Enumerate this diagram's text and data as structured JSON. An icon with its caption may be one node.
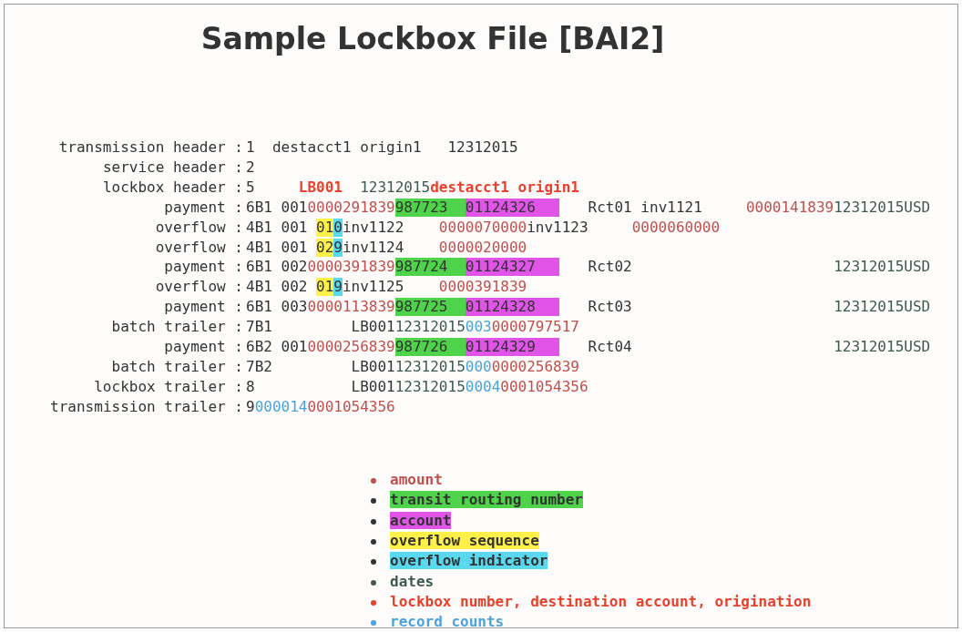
{
  "diagram": {
    "title": "Sample Lockbox File [BAI2]",
    "labels": [
      "transmission header :",
      "1",
      "destacct1 origin1",
      "12312015",
      "service header :",
      "2",
      "lockbox header :",
      "5",
      "LB001",
      "12312015",
      "destacct1 origin1",
      "payment :",
      "6B1 001",
      "0000291839",
      "987723",
      "01124326",
      "Rct01 inv1121",
      "0000141839",
      "12312015USD",
      "overflow :",
      "4B1 001",
      "01",
      "0",
      "inv1122",
      "0000070000",
      "inv1123",
      "0000060000",
      "overflow :",
      "4B1 001",
      "02",
      "9",
      "inv1124",
      "0000020000",
      "payment :",
      "6B1 002",
      "0000391839",
      "987724",
      "01124327",
      "Rct02",
      "12312015USD",
      "overflow :",
      "4B1 002",
      "01",
      "9",
      "inv1125",
      "0000391839",
      "payment :",
      "6B1 003",
      "0000113839",
      "987725",
      "01124328",
      "Rct03",
      "12312015USD",
      "batch trailer :",
      "7B1",
      "LB001",
      "12312015",
      "003",
      "0000797517",
      "payment :",
      "6B2 001",
      "0000256839",
      "987726",
      "01124329",
      "Rct04",
      "12312015USD",
      "batch trailer :",
      "7B2",
      "LB001",
      "12312015",
      "000",
      "0000256839",
      "lockbox trailer :",
      "8",
      "LB001",
      "12312015",
      "0004",
      "0001054356",
      "transmission trailer :",
      "9",
      "000014",
      "0001054356"
    ],
    "legend": [
      {
        "text": "amount",
        "color": "#c0504d"
      },
      {
        "text": "transit routing number",
        "color": "#4fd34a"
      },
      {
        "text": "account",
        "color": "#e055e8"
      },
      {
        "text": "overflow sequence",
        "color": "#fff04a"
      },
      {
        "text": "overflow indicator",
        "color": "#5ad8f0"
      },
      {
        "text": "dates",
        "color": "#3d5a50"
      },
      {
        "text": "lockbox number, destination account, origination",
        "color": "#e8402a"
      },
      {
        "text": "record counts",
        "color": "#4aa3df"
      }
    ]
  }
}
